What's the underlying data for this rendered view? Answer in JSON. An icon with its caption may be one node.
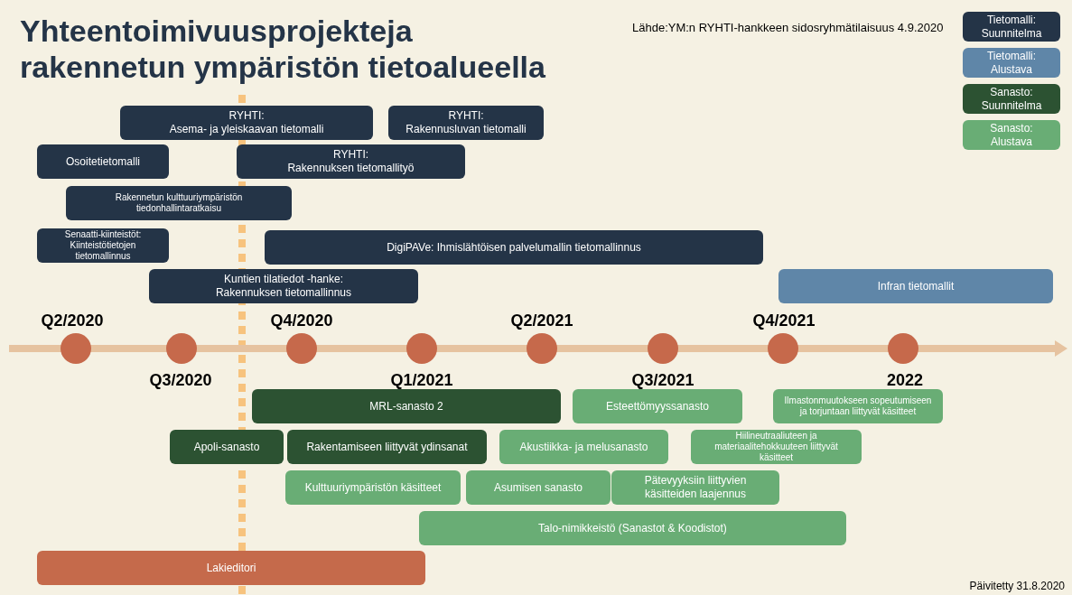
{
  "diagram": {
    "title": "Yhteentoimivuusprojekteja rakennetun ympäristön tietoalueella",
    "nodes": [
      {
        "text": [
          "RYHTI:",
          "Asema- ja yleiskaavan tietomalli"
        ]
      },
      {
        "text": [
          "RYHTI:",
          "Rakennusluvan tietomalli"
        ]
      },
      {
        "text": [
          "Osoitetietomalli"
        ]
      },
      {
        "text": [
          "RYHTI:",
          "Rakennuksen tietomallityö"
        ]
      },
      {
        "text": [
          "Rakennetun kulttuuriympäristön tiedonhallintaratkaisu"
        ]
      },
      {
        "text": [
          "Senaatti-kiinteistöt:",
          "Kiinteistötietojen tietomallinnus"
        ]
      },
      {
        "text": [
          "DigiPAVe: Ihmislähtöisen palvelumallin tietomallinnus"
        ]
      },
      {
        "text": [
          "Kuntien tilatiedot -hanke:",
          "Rakennuksen tietomallinnus"
        ]
      },
      {
        "text": [
          "Infran tietomallit"
        ]
      },
      {
        "text": [
          "MRL-sanasto 2"
        ]
      },
      {
        "text": [
          "Esteettömyyssanasto"
        ]
      },
      {
        "text": [
          "Ilmastonmuutokseen sopeutumiseen ja torjuntaan liittyvät käsitteet"
        ]
      },
      {
        "text": [
          "Apoli-sanasto"
        ]
      },
      {
        "text": [
          "Rakentamiseen liittyvät ydinsanat"
        ]
      },
      {
        "text": [
          "Akustiikka- ja melusanasto"
        ]
      },
      {
        "text": [
          "Hiilineutraaliuteen ja materiaalitehokkuuteen liittyvät käsitteet"
        ]
      },
      {
        "text": [
          "Kulttuuriympäristön käsitteet"
        ]
      },
      {
        "text": [
          "Asumisen sanasto"
        ]
      },
      {
        "text": [
          "Pätevyyksiin liittyvien käsitteiden laajennus"
        ]
      },
      {
        "text": [
          "Talo-nimikkeistö (Sanastot & Koodistot)"
        ]
      },
      {
        "text": [
          "Lakieditori"
        ]
      }
    ],
    "labels": [
      "Lähde:YM:n RYHTI-hankkeen sidosryhmätilaisuus 4.9.2020",
      "Q2/2020",
      "Q3/2020",
      "Q4/2020",
      "Q1/2021",
      "Q2/2021",
      "Q3/2021",
      "Q4/2021",
      "2022",
      "Päivitetty 31.8.2020"
    ],
    "legend": [
      {
        "text": "Tietomalli: Suunnitelma",
        "color": "#243447"
      },
      {
        "text": "Tietomalli: Alustava",
        "color": "#5f86a8"
      },
      {
        "text": "Sanasto: Suunnitelma",
        "color": "#2c5232"
      },
      {
        "text": "Sanasto: Alustava",
        "color": "#69ad75"
      }
    ]
  }
}
